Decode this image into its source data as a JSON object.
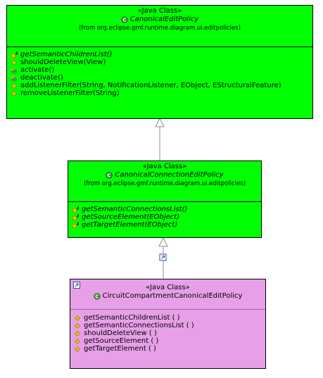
{
  "classes": [
    {
      "stereotype": "«Java Class»",
      "name": "CanonicalEditPolicy",
      "package": "(from org.eclipse.gmf.runtime.diagram.ui.editpolicies)",
      "operations": [
        {
          "label": "getSemanticChildrenList()",
          "icon": "abstract-method-icon",
          "italic": true
        },
        {
          "label": "shouldDeleteView(View)",
          "icon": "public-method-icon",
          "italic": false
        },
        {
          "label": "activate()",
          "icon": "overridden-method-icon",
          "italic": false
        },
        {
          "label": "deactivate()",
          "icon": "overridden-method-icon",
          "italic": false
        },
        {
          "label": "addListenerFilter(String, NotificationListener, EObject, EStructuralFeature)",
          "icon": "public-method-icon",
          "italic": false
        },
        {
          "label": "removeListenerFilter(String)",
          "icon": "public-method-icon",
          "italic": false
        }
      ]
    },
    {
      "stereotype": "«Java Class»",
      "name": "CanonicalConnectionEditPolicy",
      "package": "(from org.eclipse.gmf.runtime.diagram.ui.editpolicies)",
      "operations": [
        {
          "label": "getSemanticConnectionsList()",
          "icon": "abstract-method-icon",
          "italic": true
        },
        {
          "label": "getSourceElement(EObject)",
          "icon": "abstract-method-icon",
          "italic": true
        },
        {
          "label": "getTargetElement(EObject)",
          "icon": "abstract-method-icon",
          "italic": true
        }
      ]
    },
    {
      "stereotype": "«Java Class»",
      "name": "CircuitCompartmentCanonicalEditPolicy",
      "operations": [
        {
          "label": "getSemanticChildrenList ( )",
          "icon": "protected-method-icon",
          "italic": false
        },
        {
          "label": "getSemanticConnectionsList ( )",
          "icon": "protected-method-icon",
          "italic": false
        },
        {
          "label": "shouldDeleteView ( )",
          "icon": "protected-method-icon",
          "italic": false
        },
        {
          "label": "getSourceElement ( )",
          "icon": "protected-method-icon",
          "italic": false
        },
        {
          "label": "getTargetElement ( )",
          "icon": "protected-method-icon",
          "italic": false
        }
      ]
    }
  ],
  "colors": {
    "green": "#00ff00",
    "purple": "#e7a0e7",
    "connector": "#8c8c8c"
  }
}
